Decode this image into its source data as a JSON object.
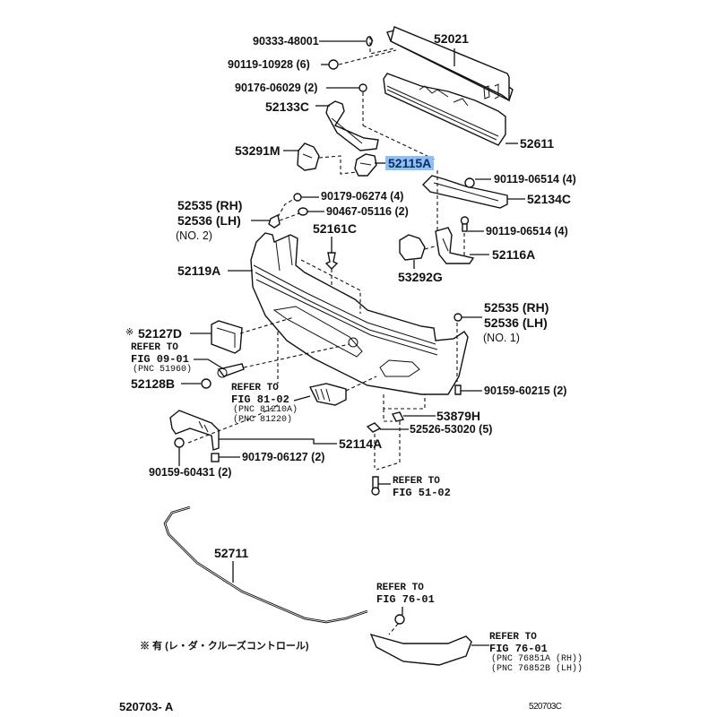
{
  "diagram": {
    "title": "Front bumper parts diagram",
    "highlight_color": "#8ec0f0",
    "parts": {
      "p90333_48001": "90333-48001",
      "p90119_10928": "90119-10928 (6)",
      "p52021": "52021",
      "p90176_06029": "90176-06029 (2)",
      "p52133C": "52133C",
      "p52611": "52611",
      "p53291M": "53291M",
      "p52115A": "52115A",
      "p90119_06514_a": "90119-06514 (4)",
      "p52134C": "52134C",
      "p90179_06274": "90179-06274 (4)",
      "p90467_05116": "90467-05116 (2)",
      "p52535_rh_no2": "52535 (RH)",
      "p52536_lh_no2": "52536 (LH)",
      "no2": "(NO. 2)",
      "p52161C": "52161C",
      "p90119_06514_b": "90119-06514 (4)",
      "p52116A": "52116A",
      "p53292G": "53292G",
      "p52119A": "52119A",
      "p52535_rh_no1": "52535 (RH)",
      "p52536_lh_no1": "52536 (LH)",
      "no1": "(NO. 1)",
      "p52127D_mark": "※",
      "p52127D": "52127D",
      "p52128B": "52128B",
      "p90159_60215": "90159-60215 (2)",
      "p53879H": "53879H",
      "p52526_53020": "52526-53020 (5)",
      "p52114A": "52114A",
      "p90179_06127": "90179-06127 (2)",
      "p90159_60431": "90159-60431 (2)",
      "p52711": "52711"
    },
    "references": {
      "ref_09_01": {
        "line1": "REFER TO",
        "line2": "FIG 09-01",
        "line3": "(PNC 51960)"
      },
      "ref_81_02": {
        "line1": "REFER TO",
        "line2": "FIG 81-02",
        "line3": "(PNC 81210A)",
        "line4": "(PNC 81220)"
      },
      "ref_51_02": {
        "line1": "REFER TO",
        "line2": "FIG 51-02"
      },
      "ref_76_01_a": {
        "line1": "REFER TO",
        "line2": "FIG 76-01"
      },
      "ref_76_01_b": {
        "line1": "REFER TO",
        "line2": "FIG 76-01",
        "line3": "(PNC 76851A (RH))",
        "line4": "(PNC 76852B (LH))"
      }
    },
    "note": "※ 有 (レ・ダ・クルーズコントロール)",
    "footer": {
      "left_code": "520703- A",
      "right_code": "520703C"
    }
  }
}
